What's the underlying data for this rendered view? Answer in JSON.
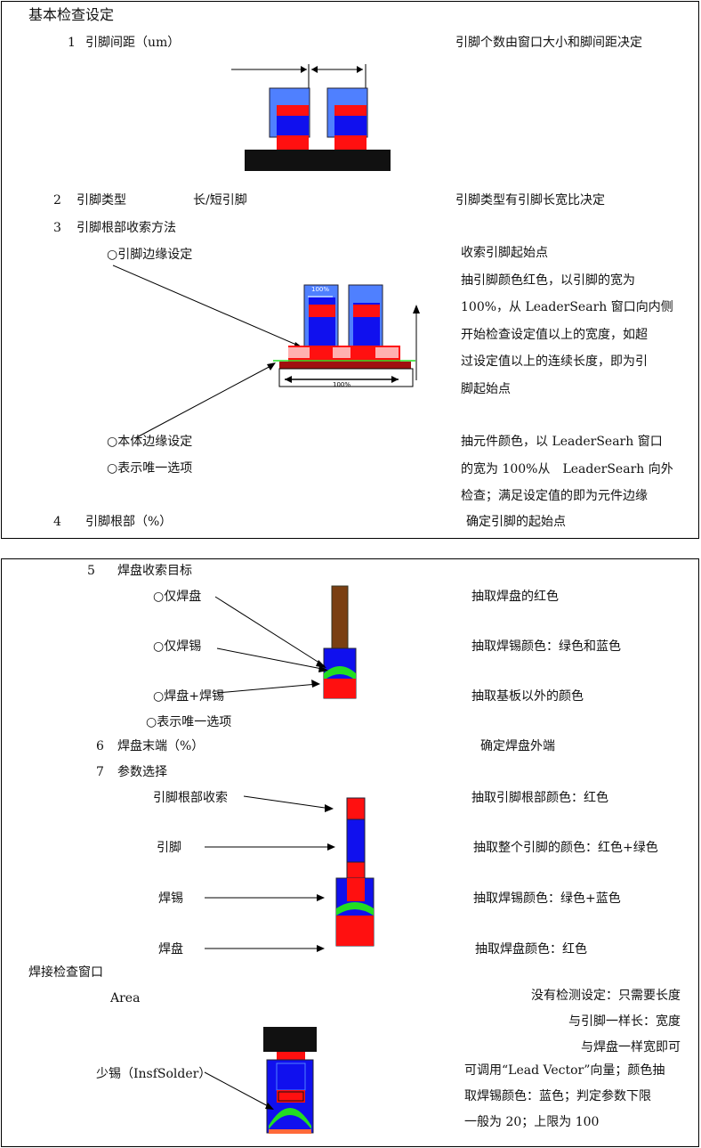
{
  "panel1": {
    "title": "基本检查设定",
    "item1": {
      "num": "1",
      "label": "引脚间距（um）",
      "desc": "引脚个数由窗口大小和脚间距决定"
    },
    "item2": {
      "num": "2",
      "label": "引脚类型",
      "value": "长/短引脚",
      "desc": "引脚类型有引脚长宽比决定"
    },
    "item3": {
      "num": "3",
      "label": "引脚根部收索方法",
      "opt_lead_edge": "○引脚边缘设定",
      "opt_body_edge": "○本体边缘设定",
      "opt_unique": "○表示唯一选项",
      "desc_lines": [
        "收索引脚起始点",
        "抽引脚颜色红色，以引脚的宽为",
        "100%，从 LeaderSearh 窗口向内侧",
        "开始检查设定值以上的宽度，如超",
        "过设定值以上的连续长度，即为引",
        "脚起始点"
      ],
      "desc2_lines": [
        "抽元件颜色，以 LeaderSearh 窗口",
        "的宽为 100%从　LeaderSearh 向外",
        "检查；满足设定值的即为元件边缘"
      ],
      "fig_label_top": "100%",
      "fig_label_bottom": "100%"
    },
    "item4": {
      "num": "4",
      "label": "引脚根部（%）",
      "desc": "确定引脚的起始点"
    }
  },
  "panel2": {
    "item5": {
      "num": "5",
      "label": "焊盘收索目标",
      "opt_pad": "○仅焊盘",
      "opt_solder": "○仅焊锡",
      "opt_both": "○焊盘+焊锡",
      "opt_unique": "○表示唯一选项",
      "desc_pad": "抽取焊盘的红色",
      "desc_solder": "抽取焊锡颜色：绿色和蓝色",
      "desc_both": "抽取基板以外的颜色"
    },
    "item6": {
      "num": "6",
      "label": "焊盘末端（%）",
      "desc": "确定焊盘外端"
    },
    "item7": {
      "num": "7",
      "label": "参数选择",
      "p_root": "引脚根部收索",
      "p_lead": "引脚",
      "p_solder": "焊锡",
      "p_pad": "焊盘",
      "d_root": "抽取引脚根部颜色：红色",
      "d_lead": "抽取整个引脚的颜色：红色+绿色",
      "d_solder": "抽取焊锡颜色：绿色+蓝色",
      "d_pad": "抽取焊盘颜色：红色"
    },
    "weld": {
      "title": "焊接检查窗口",
      "area": "Area",
      "area_desc": [
        "没有检测设定：只需要长度",
        "与引脚一样长：宽度",
        "与焊盘一样宽即可"
      ],
      "insuf": "少锡（InsfSolder）",
      "insuf_desc": [
        "可调用“Lead Vector”向量；颜色抽",
        "取焊锡颜色：蓝色；判定参数下限",
        "一般为 20；上限为 100"
      ]
    }
  },
  "colors": {
    "red": "#ff1010",
    "blue": "#1010ee",
    "lightblue": "#4f80ff",
    "green": "#22dd22",
    "brown": "#7a3f12",
    "black": "#111111"
  }
}
